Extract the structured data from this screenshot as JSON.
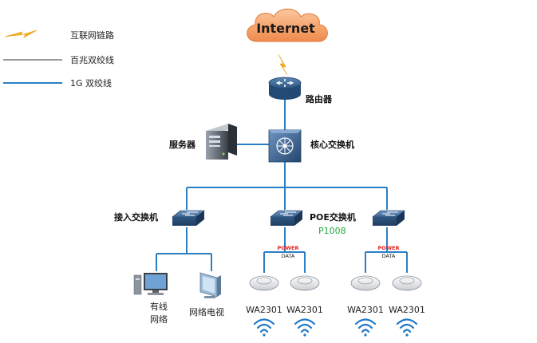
{
  "legend": {
    "items": [
      {
        "label": "互联网链路",
        "kind": "internet-link"
      },
      {
        "label": "百兆双绞线",
        "kind": "fast-ethernet-cable"
      },
      {
        "label": "1G 双绞线",
        "kind": "gigabit-cable"
      }
    ]
  },
  "nodes": {
    "internet": {
      "label": "Internet",
      "icon": "cloud-icon"
    },
    "router": {
      "label": "路由器",
      "icon": "router-icon"
    },
    "core_switch": {
      "label": "核心交换机",
      "icon": "core-switch-icon"
    },
    "server": {
      "label": "服务器",
      "icon": "server-icon"
    },
    "access_switch": {
      "label": "接入交换机",
      "icon": "switch-icon"
    },
    "poe_switch": {
      "label": "POE交换机",
      "model": "P1008",
      "icon": "switch-icon"
    },
    "poe_power_label": "POWER",
    "poe_data_label": "DATA",
    "pc": {
      "label_line1": "有线",
      "label_line2": "网络",
      "icon": "desktop-pc-icon"
    },
    "tv": {
      "label": "网络电视",
      "icon": "network-tv-icon"
    },
    "access_points": [
      {
        "label": "WA2301"
      },
      {
        "label": "WA2301"
      },
      {
        "label": "WA2301"
      },
      {
        "label": "WA2301"
      }
    ]
  },
  "colors": {
    "gigabit_cable": "#2a7fc4",
    "fast_cable": "#7a7a7a",
    "internet_link": "#f2b21a",
    "cloud_fill": "#f6a56b",
    "device_blue": "#2f5f8f",
    "poe_power": "#e02020",
    "model_green": "#28a745",
    "wifi_blue": "#1f78c8"
  }
}
